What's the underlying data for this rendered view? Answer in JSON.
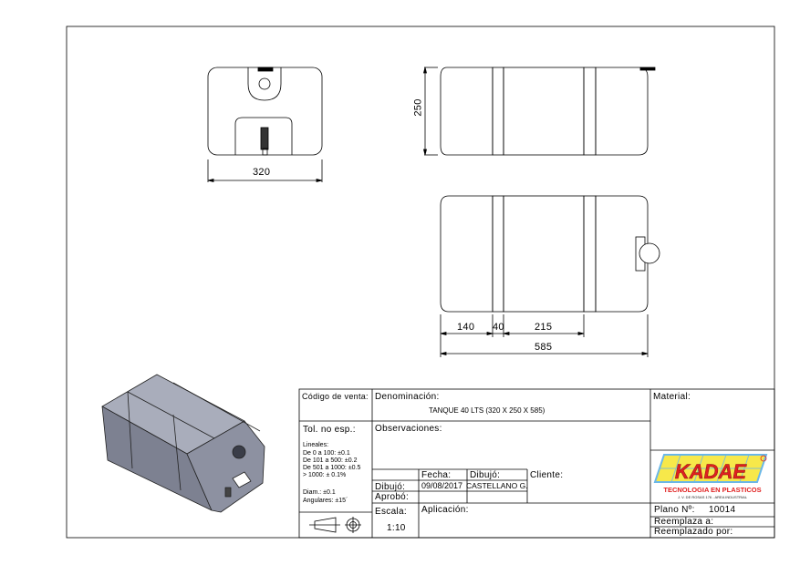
{
  "dimensions": {
    "width_front": "320",
    "height_side": "250",
    "section_1": "140",
    "section_2": "40",
    "section_3": "215",
    "length_total": "585"
  },
  "title_block": {
    "codigo_label": "Código de venta:",
    "denominacion_label": "Denominación:",
    "denominacion_value": "TANQUE 40 LTS (320 X 250 X 585)",
    "material_label": "Material:",
    "tolerances": {
      "title": "Tol. no esp.:",
      "lineales": "Lineales:",
      "lines": [
        "De 0 a 100: ±0.1",
        "De 101 a 500: ±0.2",
        "De 501 a 1000: ±0.5",
        "> 1000: ± 0.1%"
      ],
      "diam": "Diam.: ±0.1",
      "angulares": "Angulares: ±15´"
    },
    "observaciones_label": "Observaciones:",
    "fecha_label": "Fecha:",
    "dibujo_header": "Dibujó:",
    "cliente_label": "Cliente:",
    "dibujo_label": "Dibujó:",
    "fecha_value": "09/08/2017",
    "dibujo_value": "CASTELLANO G.",
    "aprobo_label": "Aprobó:",
    "escala_label": "Escala:",
    "escala_value": "1:10",
    "aplicacion_label": "Aplicación:",
    "plano_label": "Plano Nº:",
    "plano_value": "10014",
    "reemplaza_label": "Reemplaza a:",
    "reemplazado_label": "Reemplazado por:"
  },
  "logo": {
    "brand": "KADAE",
    "tagline": "TECNOLOGIA EN PLASTICOS",
    "address": "J. V. DE ROSAS 176 - AREA INDUSTRIAL",
    "colors": {
      "red": "#e02020",
      "yellow": "#f7e84a",
      "blue": "#6ab7e8"
    }
  }
}
